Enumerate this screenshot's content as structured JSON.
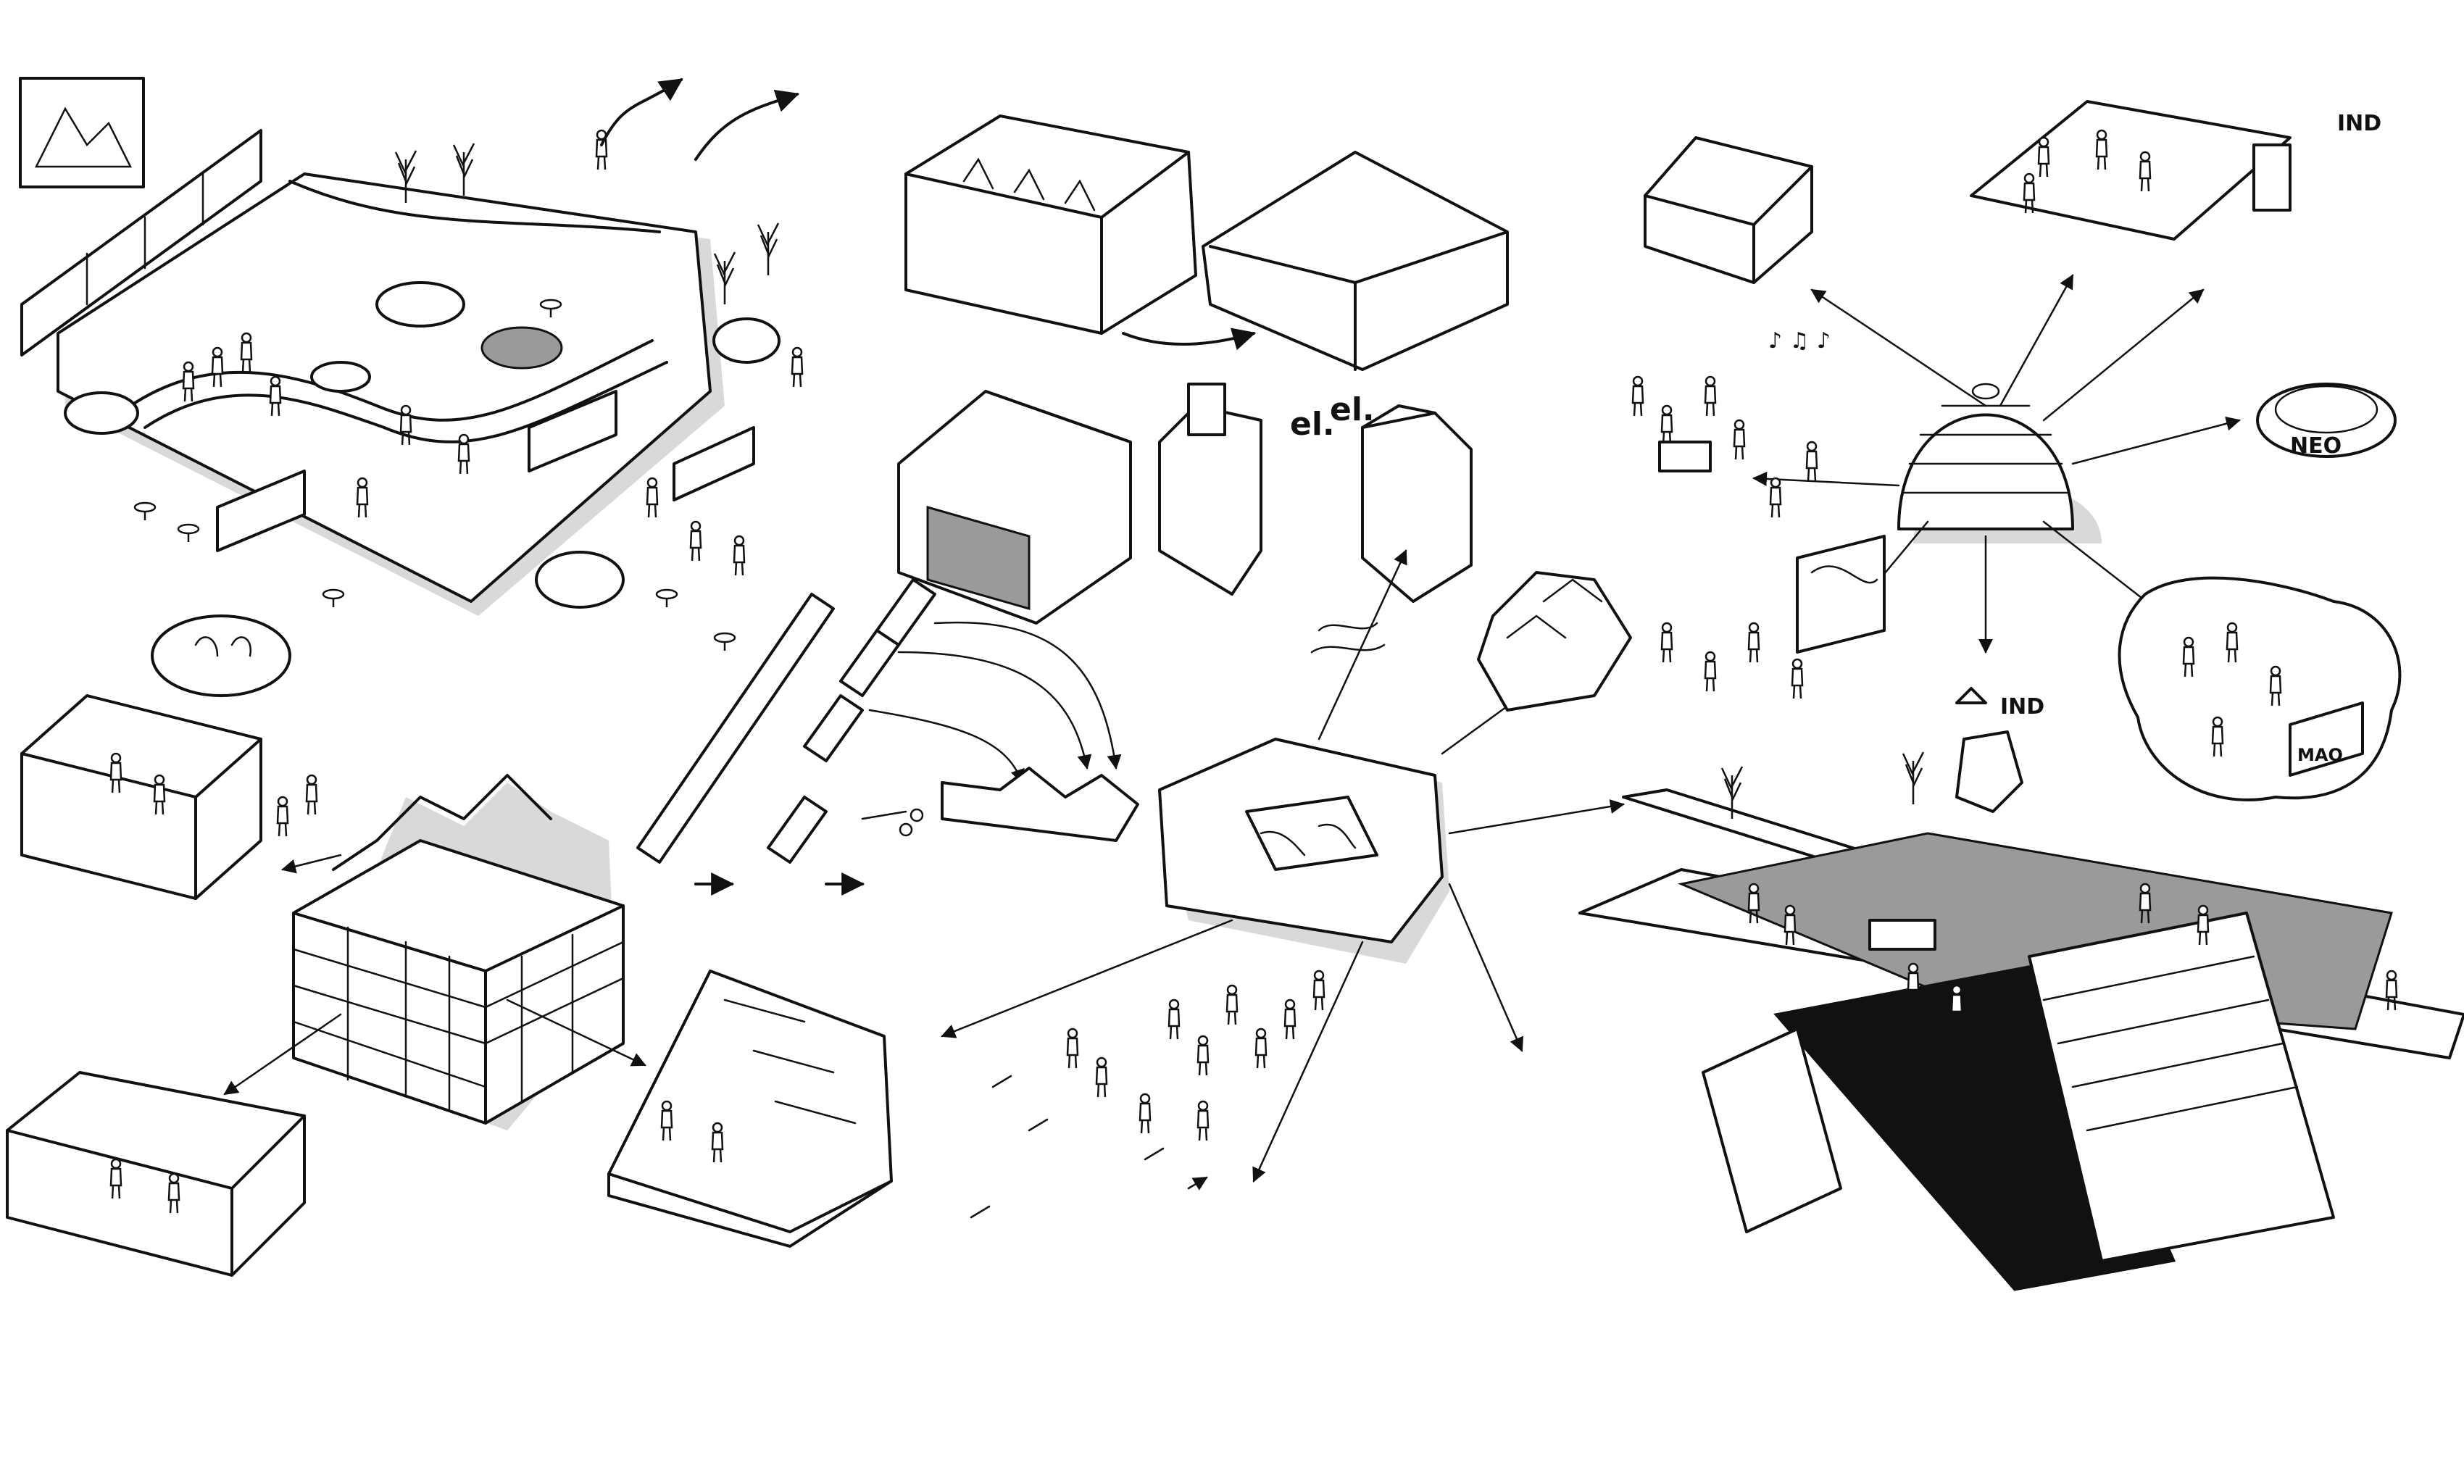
{
  "labels": {
    "el_left": "el.",
    "el_right": "el.",
    "ind_top": "IND",
    "ind_mid": "IND",
    "neo": "NEO",
    "mao": "MAO"
  },
  "colors": {
    "ink": "#111111",
    "paper": "#ffffff",
    "shadow": "#d9d9d9",
    "mid_grey": "#9a9a9a",
    "black_fill": "#111111"
  }
}
